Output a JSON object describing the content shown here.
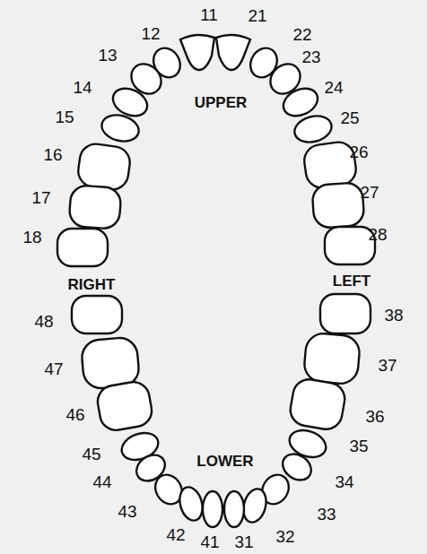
{
  "diagram": {
    "labels": [
      "11",
      "21",
      "12",
      "22",
      "13",
      "23",
      "14",
      "24",
      "15",
      "25",
      "16",
      "26",
      "17",
      "27",
      "18",
      "28",
      "UPPER",
      "RIGHT",
      "LEFT",
      "48",
      "38",
      "47",
      "37",
      "46",
      "36",
      "45",
      "35",
      "44",
      "34",
      "43",
      "33",
      "42",
      "32",
      "41",
      "31",
      "LOWER"
    ]
  }
}
